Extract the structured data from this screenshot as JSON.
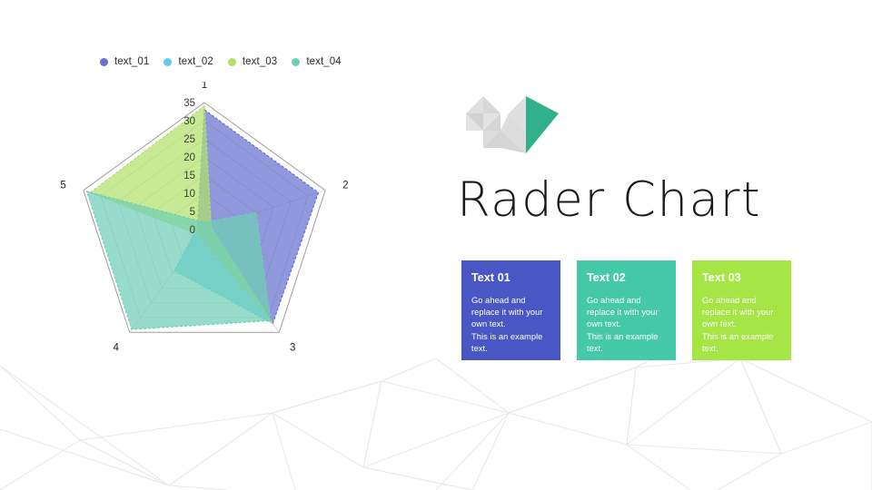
{
  "slide": {
    "title": "Rader Chart",
    "background_color": "#ffffff"
  },
  "brand": {
    "logo_name": "origami-bird-logo",
    "accent_color": "#31B08C",
    "neutral_color": "#DCDCDC"
  },
  "legend": {
    "items": [
      {
        "label": "text_01",
        "color": "#6670CF",
        "marker": "circle-marker"
      },
      {
        "label": "text_02",
        "color": "#62C9EF",
        "marker": "circle-marker"
      },
      {
        "label": "text_03",
        "color": "#B3E06B",
        "marker": "circle-marker"
      },
      {
        "label": "text_04",
        "color": "#6FCFB6",
        "marker": "circle-marker"
      }
    ]
  },
  "chart_data": {
    "type": "radar",
    "title": "",
    "xlabel": "",
    "ylabel": "",
    "categories": [
      "1",
      "2",
      "3",
      "4",
      "5"
    ],
    "tick_labels": [
      "0",
      "5",
      "10",
      "15",
      "20",
      "25",
      "30",
      "35"
    ],
    "ylim": [
      0,
      35
    ],
    "tick_step": 5,
    "grid": true,
    "legend_position": "top-left",
    "series": [
      {
        "name": "text_01",
        "color": "#6670CF",
        "fill_opacity": 0.72,
        "values": [
          33,
          33,
          32,
          2,
          2
        ]
      },
      {
        "name": "text_02",
        "color": "#62C9EF",
        "fill_opacity": 0.72,
        "values": [
          2,
          2,
          32,
          14,
          2
        ]
      },
      {
        "name": "text_03",
        "color": "#B3E06B",
        "fill_opacity": 0.72,
        "values": [
          34,
          2,
          32,
          2,
          33
        ]
      },
      {
        "name": "text_04",
        "color": "#6FCFB6",
        "fill_opacity": 0.72,
        "values": [
          2,
          15,
          31,
          34,
          34
        ]
      }
    ]
  },
  "cards": [
    {
      "title": "Text 01",
      "body": "Go ahead and\nreplace it with your\nown text.\nThis is an example\ntext.",
      "color": "#4857C4"
    },
    {
      "title": "Text 02",
      "body": "Go ahead and\nreplace it with your\nown text.\nThis is an example\ntext.",
      "color": "#46C9A8"
    },
    {
      "title": "Text 03",
      "body": "Go ahead and\nreplace it with your\nown text.\nThis is an example\ntext.",
      "color": "#A5E546"
    }
  ],
  "decor": {
    "polymesh_name": "low-poly-background",
    "line_color": "#E6E6E6"
  }
}
